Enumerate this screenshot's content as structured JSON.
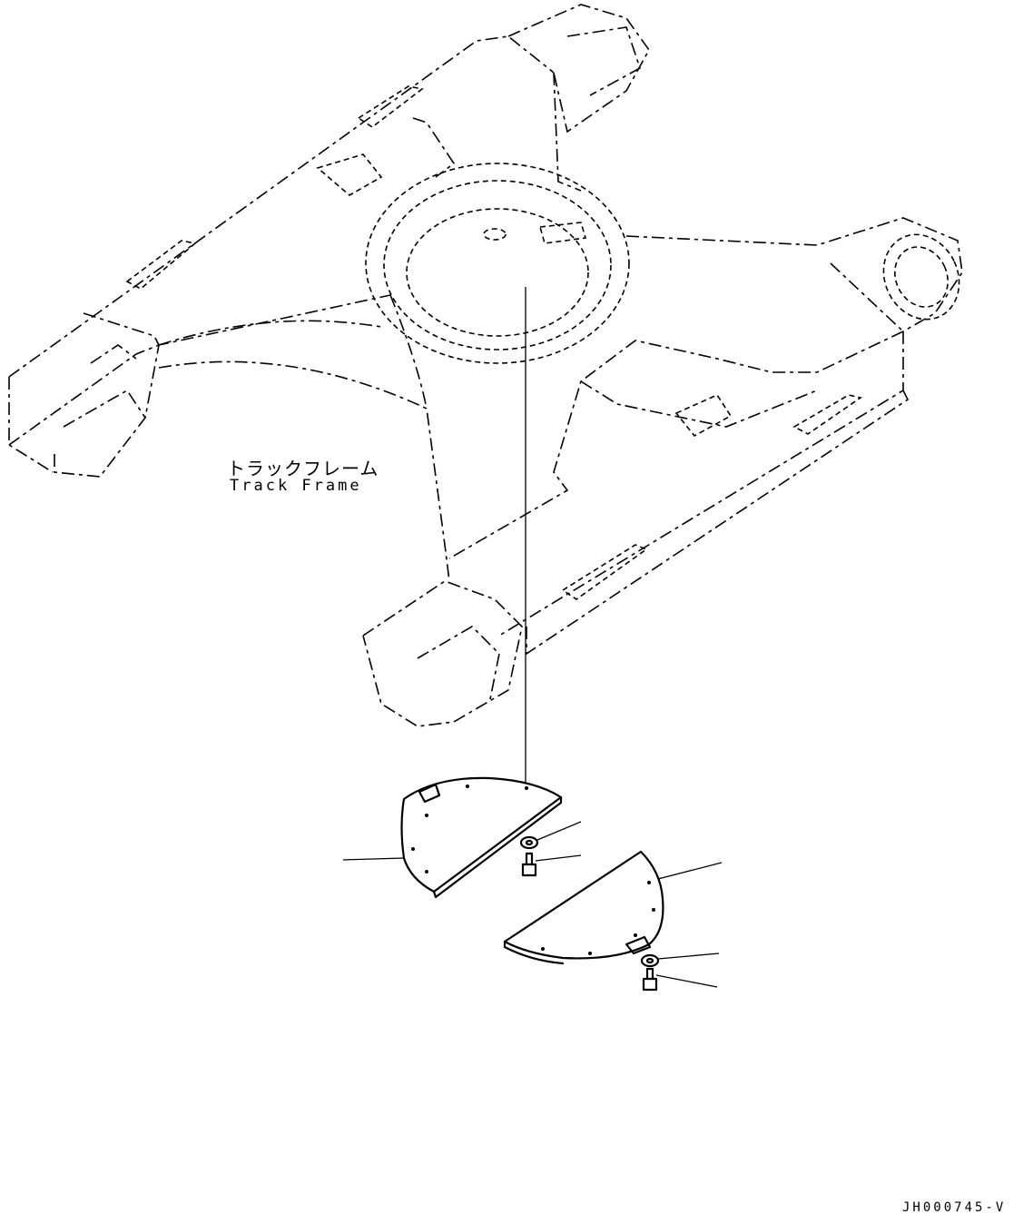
{
  "labels": {
    "part_name_jp": "トラックフレーム",
    "part_name_en": "Track Frame",
    "drawing_code": "JH000745-V"
  }
}
